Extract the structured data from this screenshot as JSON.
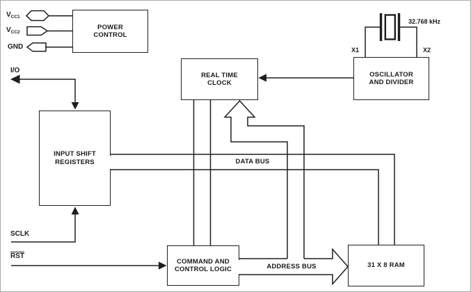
{
  "pins": {
    "vcc1": {
      "base": "V",
      "sub": "CC1"
    },
    "vcc2": {
      "base": "V",
      "sub": "CC2"
    },
    "gnd": {
      "label": "GND"
    },
    "io": {
      "label": "I/O"
    },
    "sclk": {
      "label": "SCLK"
    },
    "rst": {
      "label": "RST"
    },
    "x1": {
      "label": "X1"
    },
    "x2": {
      "label": "X2"
    }
  },
  "blocks": {
    "power_control": {
      "line1": "POWER",
      "line2": "CONTROL"
    },
    "real_time_clock": {
      "line1": "REAL TIME",
      "line2": "CLOCK"
    },
    "oscillator_divider": {
      "line1": "OSCILLATOR",
      "line2": "AND DIVIDER"
    },
    "input_shift_registers": {
      "line1": "INPUT SHIFT",
      "line2": "REGISTERS"
    },
    "command_control_logic": {
      "line1": "COMMAND AND",
      "line2": "CONTROL LOGIC"
    },
    "ram": {
      "label": "31 X 8 RAM"
    }
  },
  "buses": {
    "data_bus": {
      "label": "DATA BUS"
    },
    "address_bus": {
      "label": "ADDRESS BUS"
    }
  },
  "crystal": {
    "frequency": "32.768 kHz"
  },
  "colors": {
    "line": "#1e1e1e",
    "text": "#1a1a1a",
    "background": "#ffffff",
    "frame": "#a9a9a9"
  }
}
